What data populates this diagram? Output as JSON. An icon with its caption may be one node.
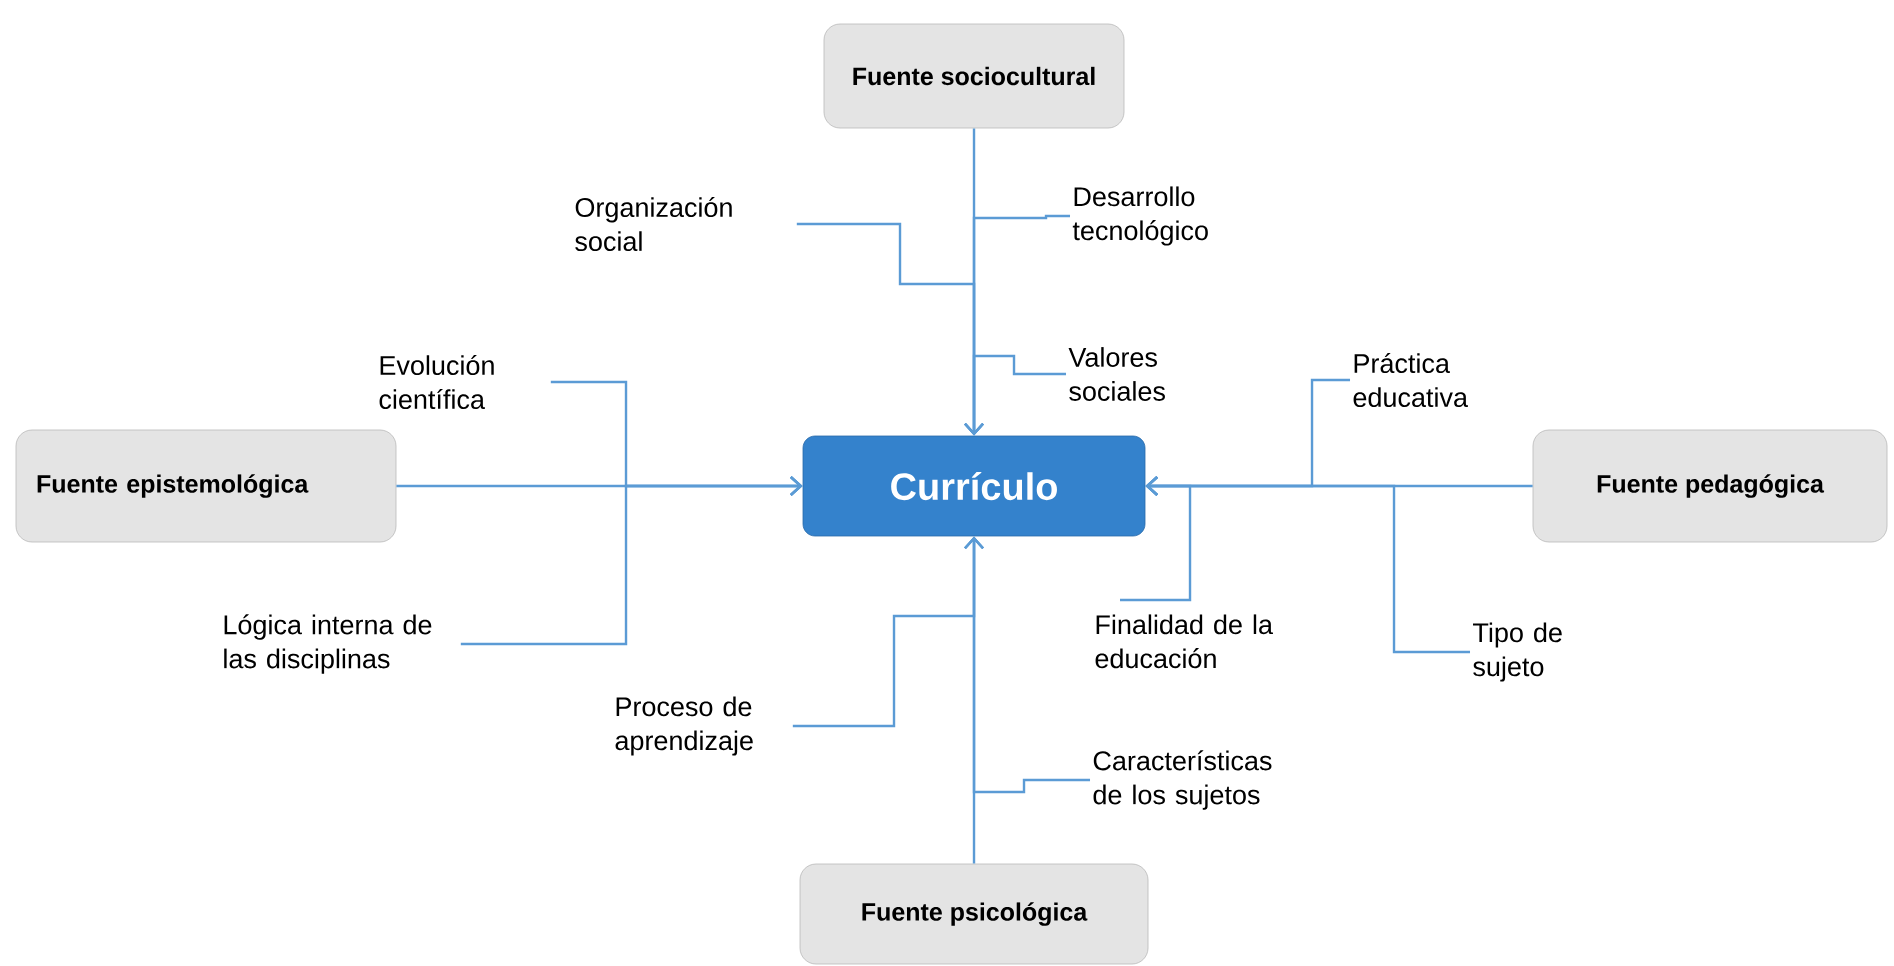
{
  "diagram": {
    "nodes": [
      {
        "text": [
          "Fuente sociocultural"
        ]
      },
      {
        "text": [
          "Organización social"
        ]
      },
      {
        "text": [
          "Desarrollo tecnológico"
        ]
      },
      {
        "text": [
          "Evolución científica"
        ]
      },
      {
        "text": [
          "Valores sociales"
        ]
      },
      {
        "text": [
          "Práctica educativa"
        ]
      },
      {
        "text": [
          "Fuente epistemológica"
        ]
      },
      {
        "text": [
          "Currículo"
        ]
      },
      {
        "text": [
          "Fuente pedagógica"
        ]
      },
      {
        "text": [
          "Lógica interna de las disciplinas"
        ]
      },
      {
        "text": [
          "Finalidad de la educación"
        ]
      },
      {
        "text": [
          "Tipo de sujeto"
        ]
      },
      {
        "text": [
          "Proceso de aprendizaje"
        ]
      },
      {
        "text": [
          "Características de los sujetos"
        ]
      },
      {
        "text": [
          "Fuente psicológica"
        ]
      }
    ],
    "edges": [
      {
        "from": 0,
        "to": 7,
        "arrow": "to"
      },
      {
        "from": 1,
        "to": 7,
        "arrow": "to"
      },
      {
        "from": 2,
        "to": 7,
        "arrow": "to"
      },
      {
        "from": 4,
        "to": 7,
        "arrow": "to"
      },
      {
        "from": 6,
        "to": 7,
        "arrow": "to"
      },
      {
        "from": 3,
        "to": 7,
        "arrow": "to"
      },
      {
        "from": 9,
        "to": 7,
        "arrow": "to"
      },
      {
        "from": 8,
        "to": 7,
        "arrow": "to"
      },
      {
        "from": 5,
        "to": 7,
        "arrow": "to"
      },
      {
        "from": 10,
        "to": 7,
        "arrow": "to"
      },
      {
        "from": 11,
        "to": 7,
        "arrow": "to"
      },
      {
        "from": 14,
        "to": 7,
        "arrow": "to"
      },
      {
        "from": 12,
        "to": 7,
        "arrow": "to"
      },
      {
        "from": 13,
        "to": 7,
        "arrow": "to"
      }
    ]
  }
}
